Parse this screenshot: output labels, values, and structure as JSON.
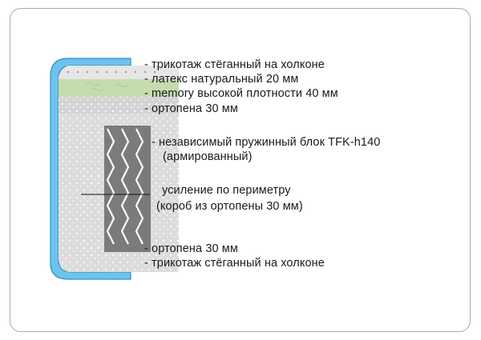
{
  "labels": {
    "top_cover": "- трикотаж стёганный на холконе",
    "latex": "- латекс натуральный 20 мм",
    "memory": "- memory высокой плотности 40 мм",
    "orthofoam_top": "- ортопена 30 мм",
    "spring_block_line1": "- независимый пружинный блок TFK-h140",
    "spring_block_line2": "(армированный)",
    "perimeter_line1": "усиление по периметру",
    "perimeter_line2": "(короб из ортопены 30 мм)",
    "orthofoam_bottom": "- ортопена 30 мм",
    "bottom_cover": "- трикотаж стёганный на холконе"
  },
  "colors": {
    "cover_blue": "#6ec3ec",
    "latex_green": "#c5dcae",
    "foam_gray": "#dcdcdc",
    "spring_block": "#7b7b7b",
    "text": "#1a1a1a"
  }
}
